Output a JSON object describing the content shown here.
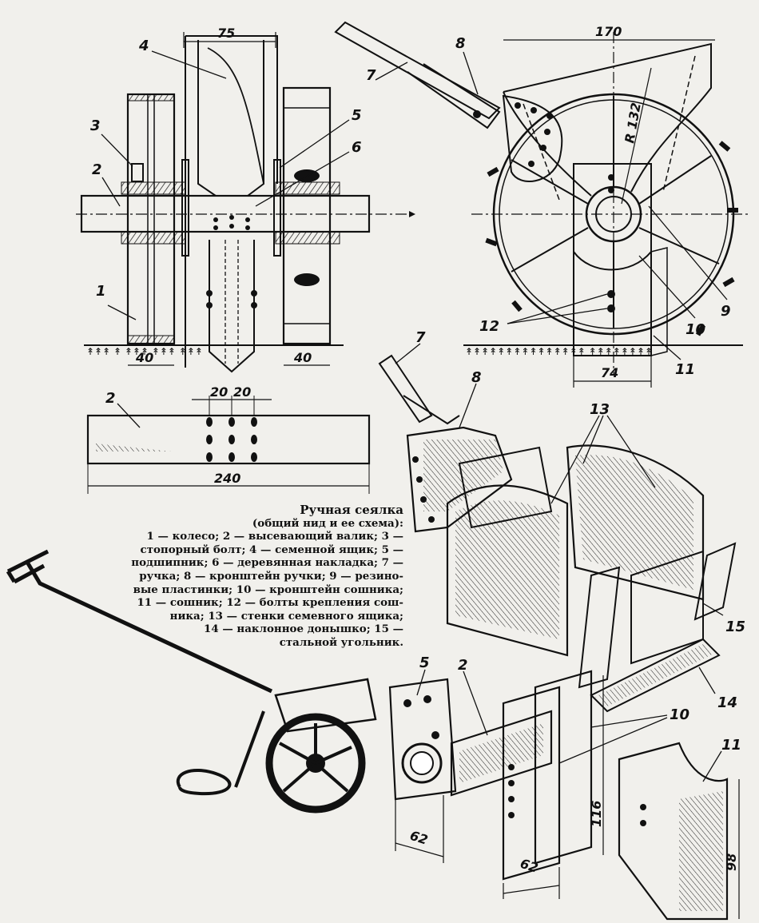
{
  "caption": {
    "title": "Ручная сеялка",
    "subtitle": "(общий нид и ее схема):",
    "legend_lines": [
      "1 — колесо; 2 — высевающий валик; 3 —",
      "стопорный болт; 4 — семенной ящик; 5 —",
      "подшипник; 6 — деревянная накладка; 7 —",
      "ручка; 8 — кронштейн ручки; 9 — резино-",
      "вые пластинки; 10 — кронштейн сошника;",
      "11 — сошник; 12 — болты крепления сош-",
      "ника; 13 — стенки семевного ящика;",
      "14 — наклонное донышко; 15 —",
      "стальной угольник."
    ]
  },
  "front_view": {
    "labels": [
      "1",
      "2",
      "3",
      "4",
      "5",
      "6"
    ],
    "dims": {
      "top": "75",
      "bottom_left": "40",
      "bottom_right": "40"
    }
  },
  "side_view": {
    "labels": [
      "7",
      "8",
      "9",
      "10",
      "11",
      "12"
    ],
    "dims": {
      "width": "170",
      "radius": "R 132",
      "bottom": "74"
    }
  },
  "shaft_view": {
    "label": "2",
    "dims": {
      "spacing_a": "20",
      "spacing_b": "20",
      "length": "240"
    }
  },
  "exploded_view": {
    "labels": [
      "7",
      "8",
      "13",
      "15",
      "14",
      "5",
      "2",
      "10",
      "11"
    ],
    "dims": {
      "bearing": "62",
      "plate_width": "62",
      "plate_height": "116",
      "coulter_height": "98"
    }
  },
  "colors": {
    "ink": "#111111",
    "paper": "#f1f0ec"
  }
}
